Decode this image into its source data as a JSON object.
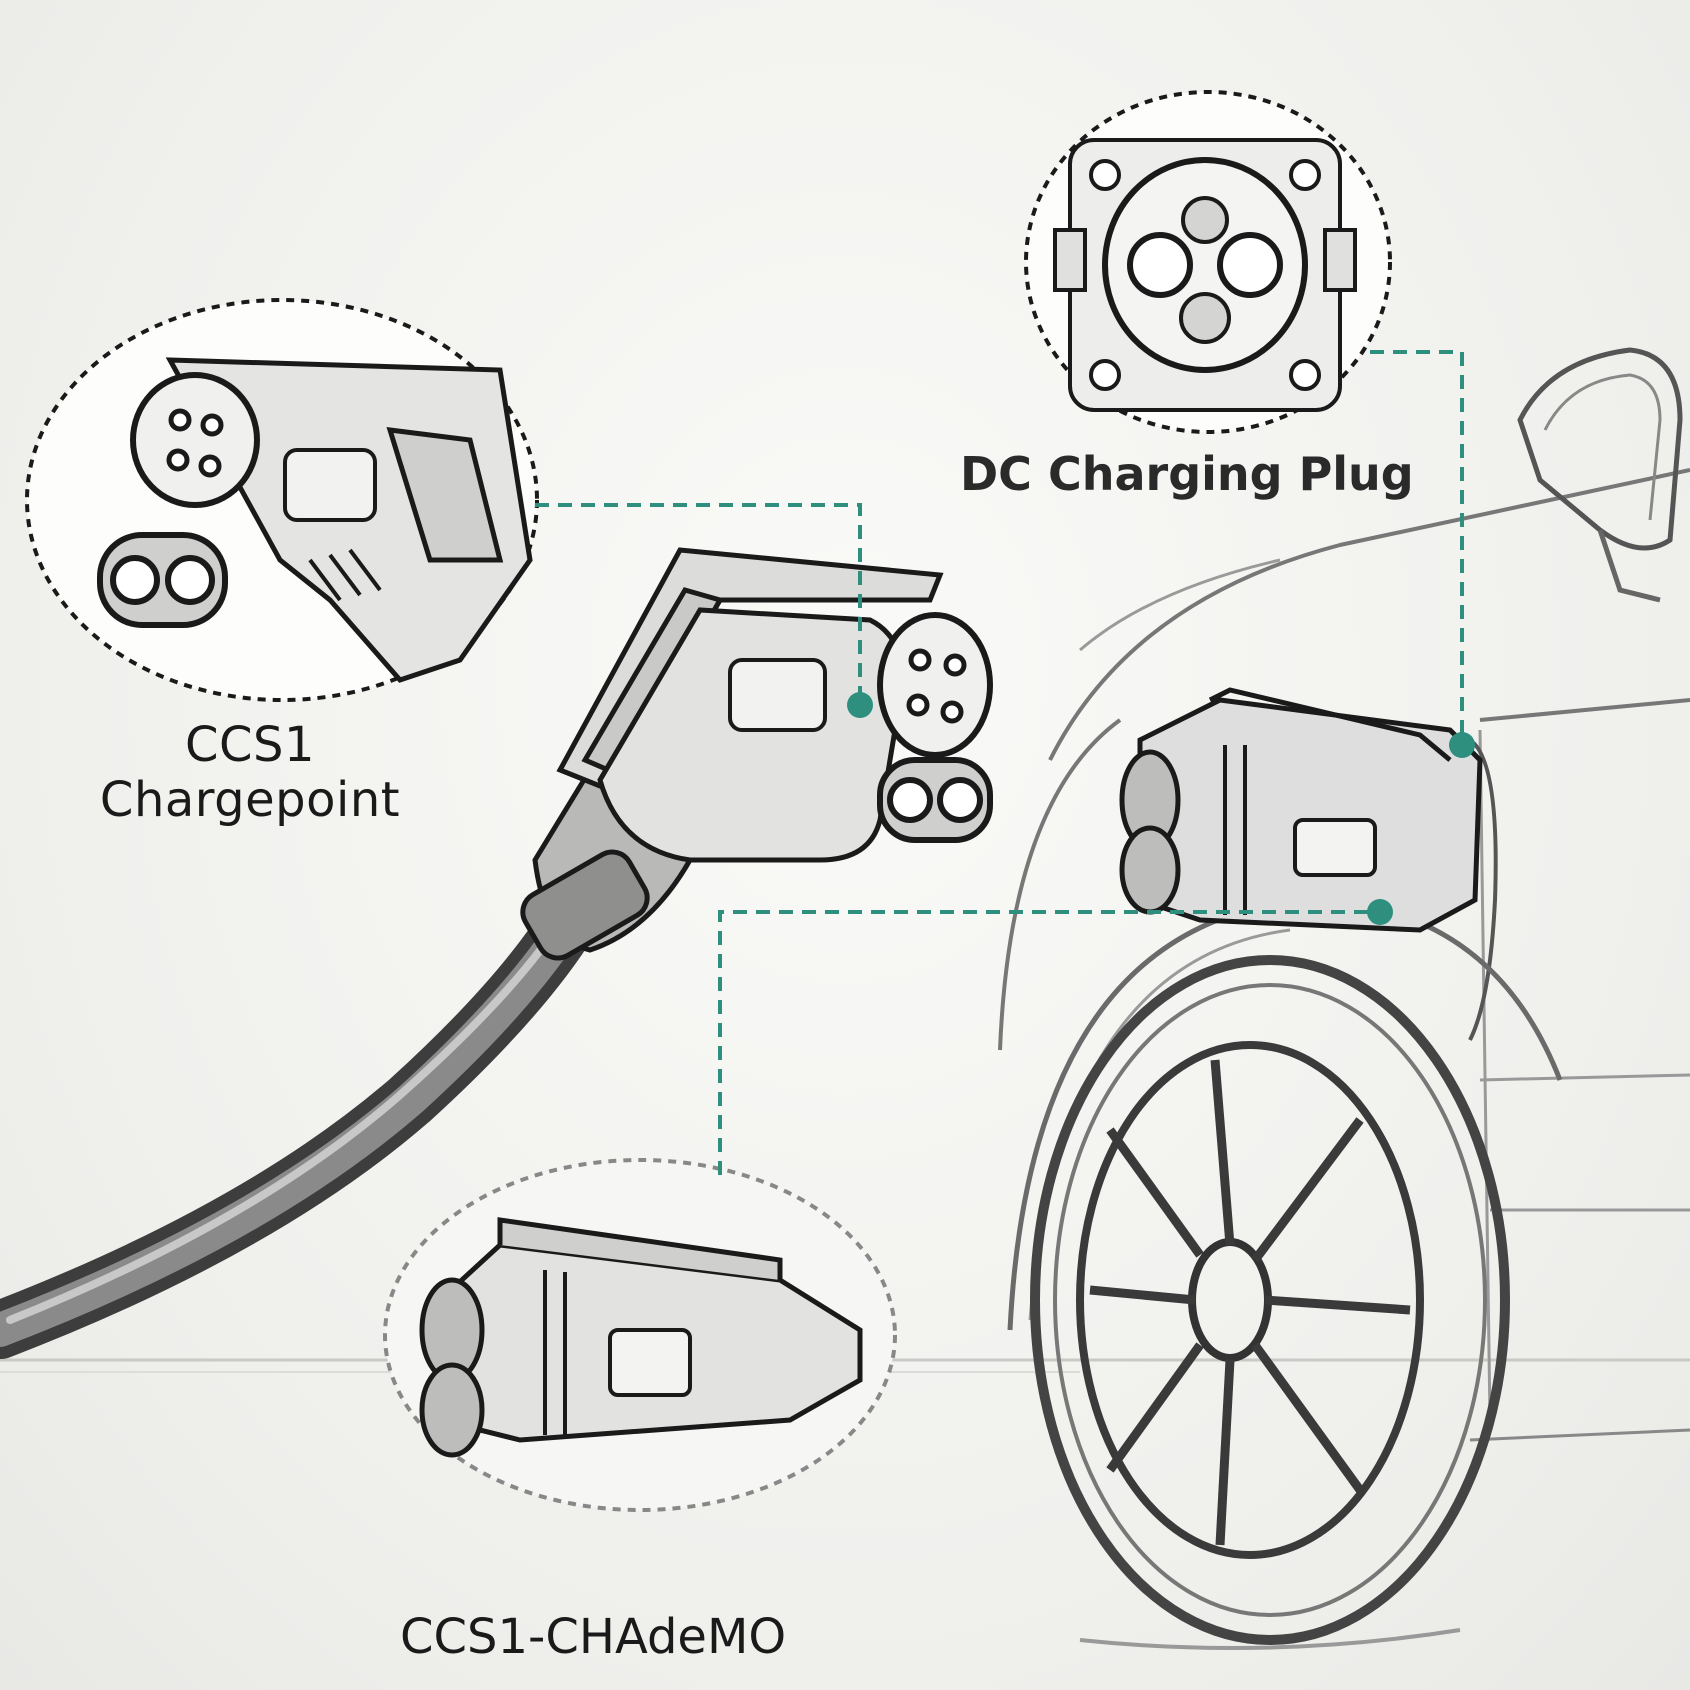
{
  "labels": {
    "ccs1_line1": "CCS1",
    "ccs1_line2": "Chargepoint",
    "dc_plug": "DC Charging Plug",
    "ccs1_chademo": "CCS1-CHAdeMO"
  },
  "colors": {
    "accent": "#2e8f7e",
    "ink": "#1a1a1a",
    "background": "#f1f1ef"
  }
}
